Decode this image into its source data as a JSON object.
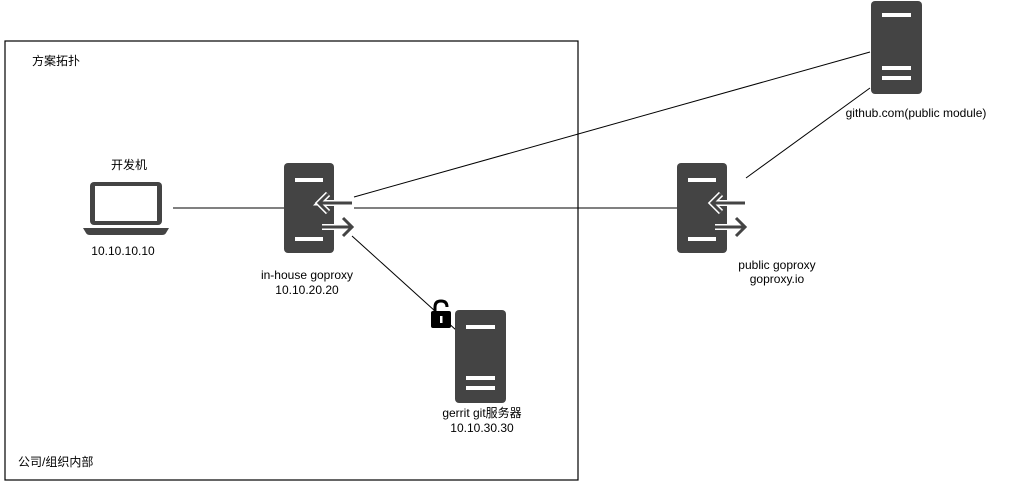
{
  "boundary": {
    "title": "方案拓扑",
    "footer": "公司/组织内部"
  },
  "nodes": {
    "dev": {
      "label": "开发机",
      "ip": "10.10.10.10"
    },
    "inhouse": {
      "name": "in-house goproxy",
      "ip": "10.10.20.20"
    },
    "gerrit": {
      "name": "gerrit git服务器",
      "ip": "10.10.30.30"
    },
    "public": {
      "name": "public goproxy",
      "host": "goproxy.io"
    },
    "github": {
      "name": "github.com(public module)"
    }
  },
  "colors": {
    "icon": "#444444",
    "line": "#000000",
    "background": "#ffffff"
  },
  "icons": {
    "dev": "laptop-icon",
    "inhouse": "proxy-server-icon",
    "gerrit": "server-icon",
    "public": "proxy-server-icon",
    "github": "server-icon",
    "lock": "lock-icon"
  }
}
